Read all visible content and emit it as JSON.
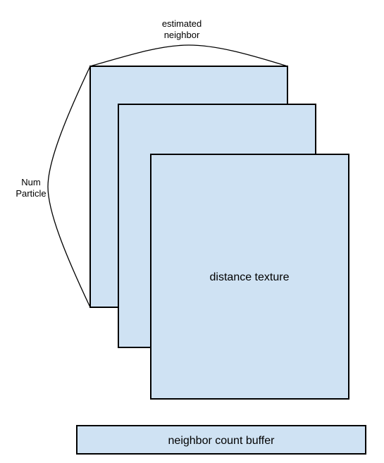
{
  "labels": {
    "top_brace_line1": "estimated",
    "top_brace_line2": "neighbor",
    "left_brace_line1": "Num",
    "left_brace_line2": "Particle",
    "texture": "distance texture",
    "buffer": "neighbor count buffer"
  },
  "colors": {
    "fill": "#cfe2f3",
    "stroke": "#000000"
  }
}
